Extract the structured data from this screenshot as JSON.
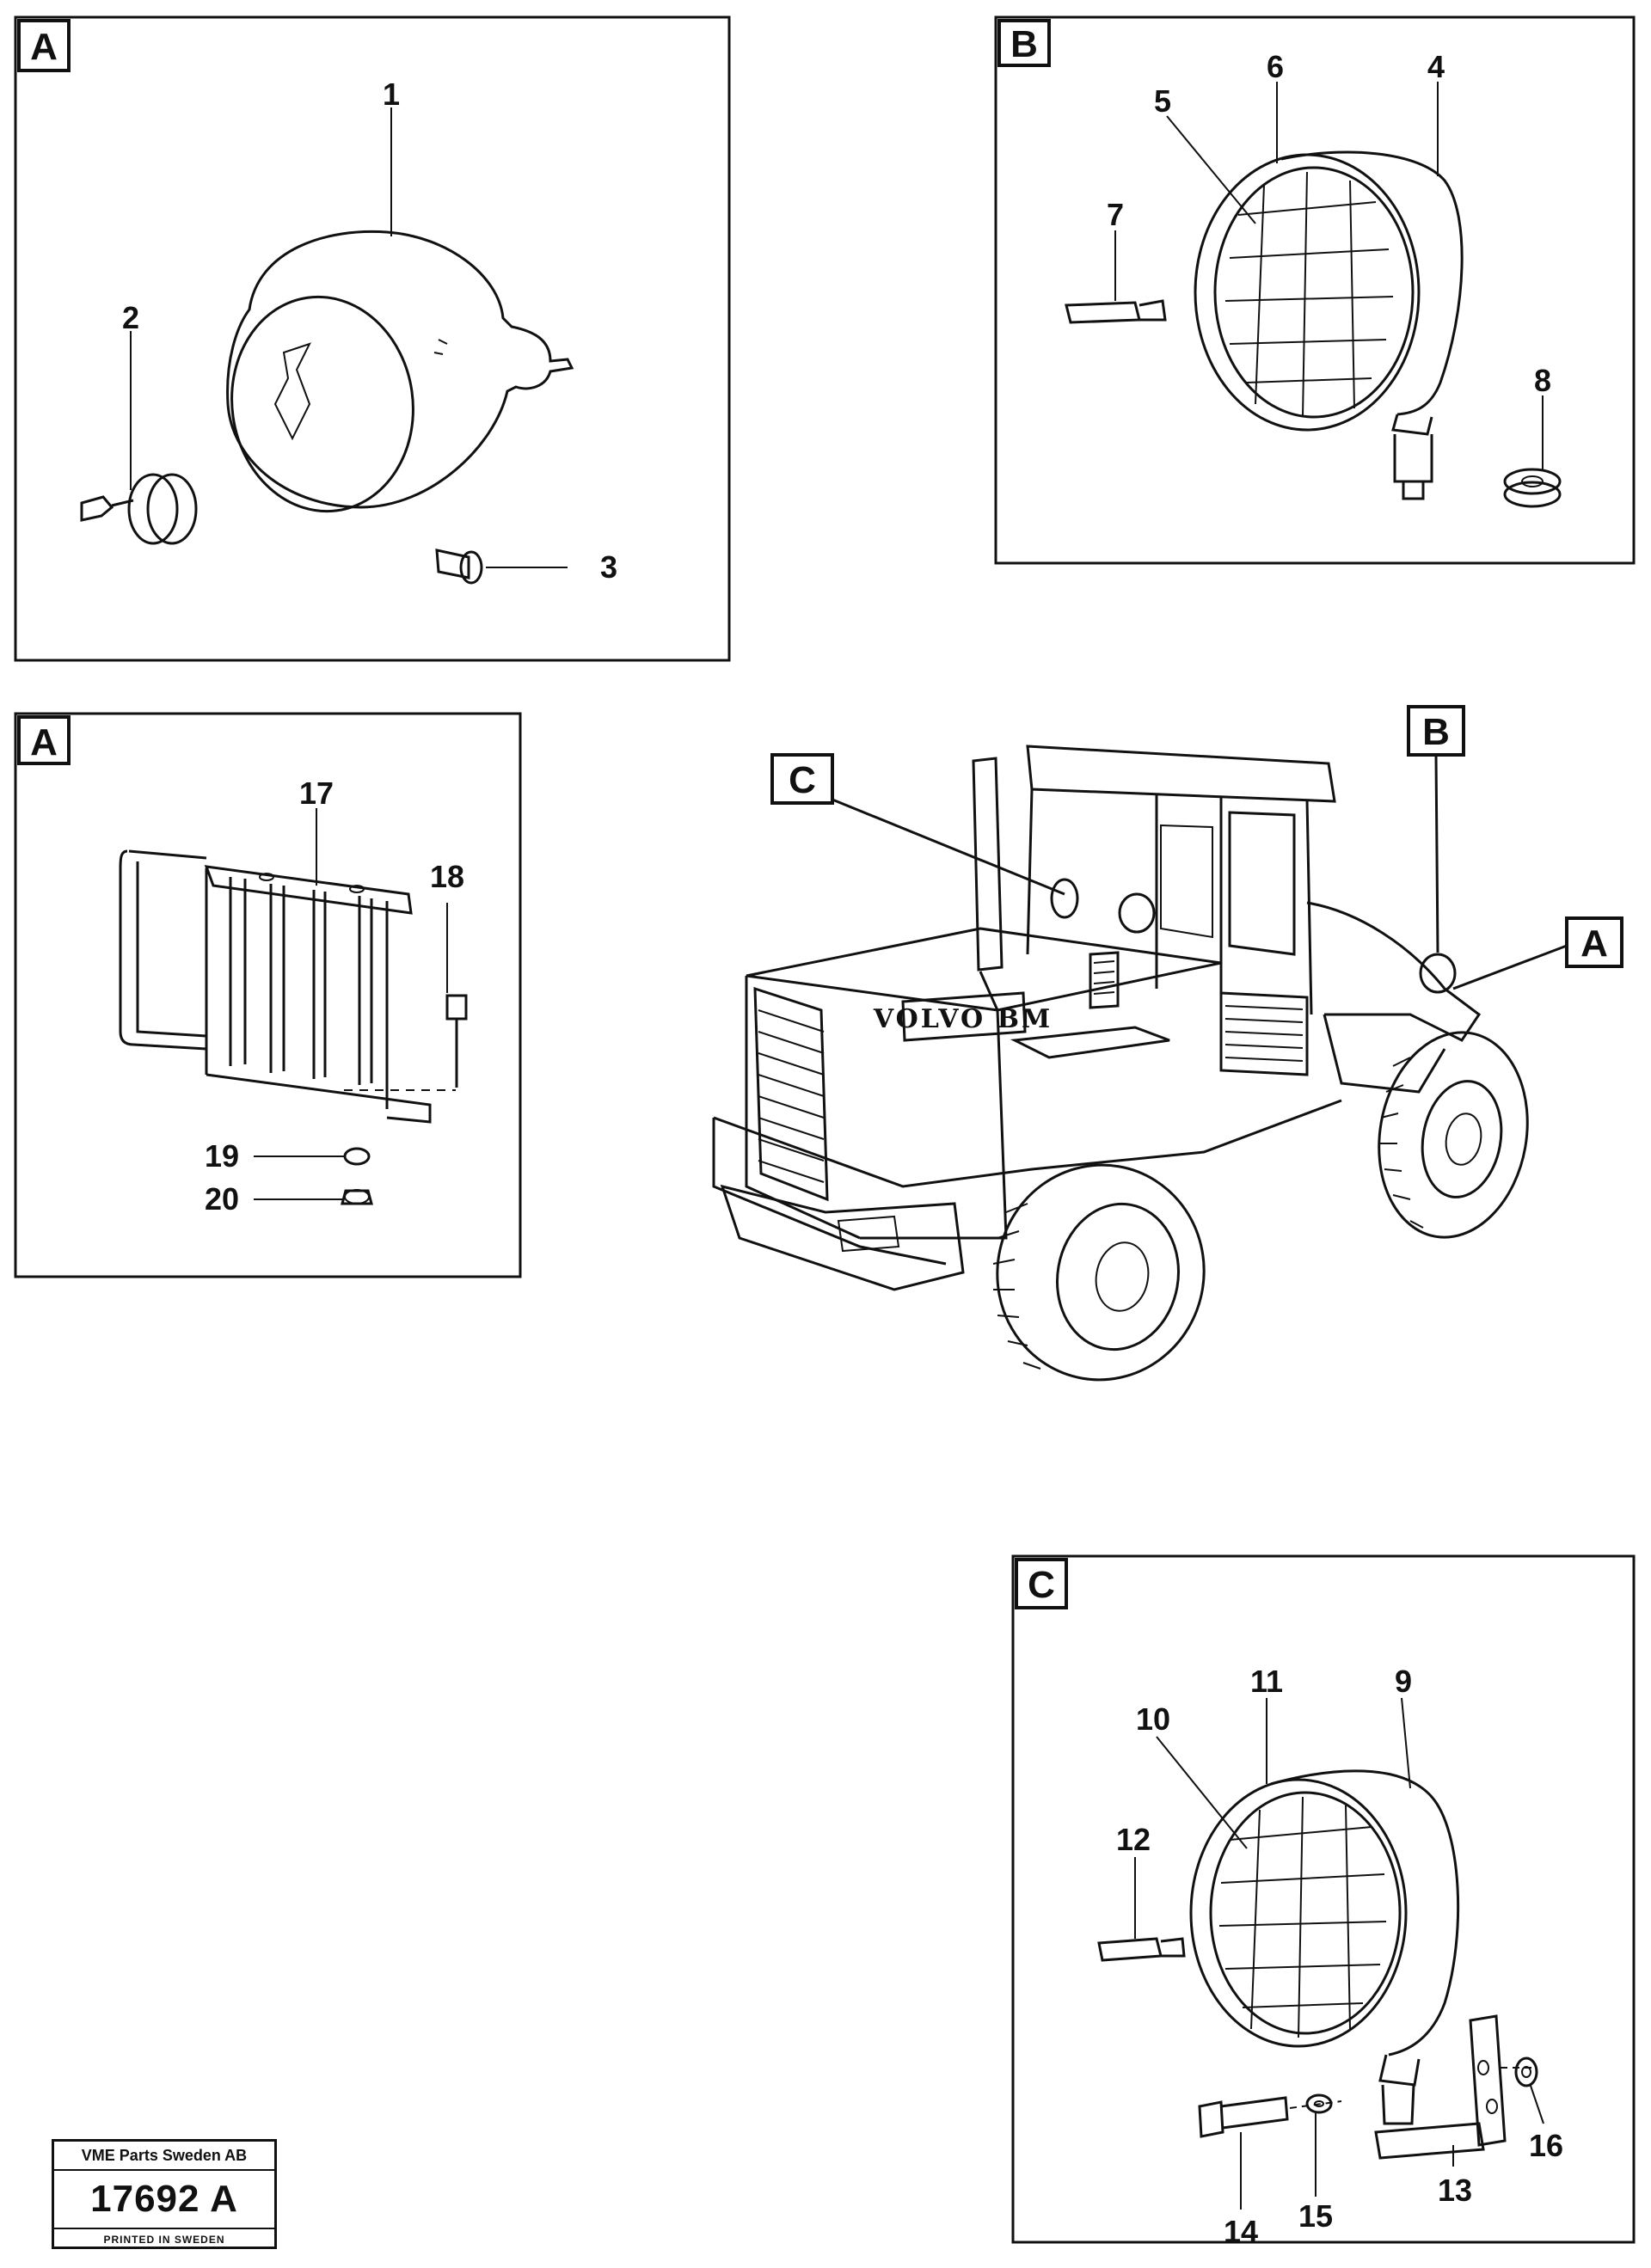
{
  "panels": {
    "topleft": {
      "tag": "A"
    },
    "topright": {
      "tag": "B"
    },
    "midleft": {
      "tag": "A"
    },
    "bottomright": {
      "tag": "C"
    }
  },
  "machine": {
    "brand": "VOLVO BM",
    "callouts": {
      "c": "C",
      "b": "B",
      "a": "A"
    }
  },
  "parts": {
    "p1": "1",
    "p2": "2",
    "p3": "3",
    "p4": "4",
    "p5": "5",
    "p6": "6",
    "p7": "7",
    "p8": "8",
    "p9": "9",
    "p10": "10",
    "p11": "11",
    "p12": "12",
    "p13": "13",
    "p14": "14",
    "p15": "15",
    "p16": "16",
    "p17": "17",
    "p18": "18",
    "p19": "19",
    "p20": "20"
  },
  "stamp": {
    "company": "VME Parts Sweden AB",
    "number": "17692 A",
    "printed": "PRINTED IN SWEDEN"
  }
}
